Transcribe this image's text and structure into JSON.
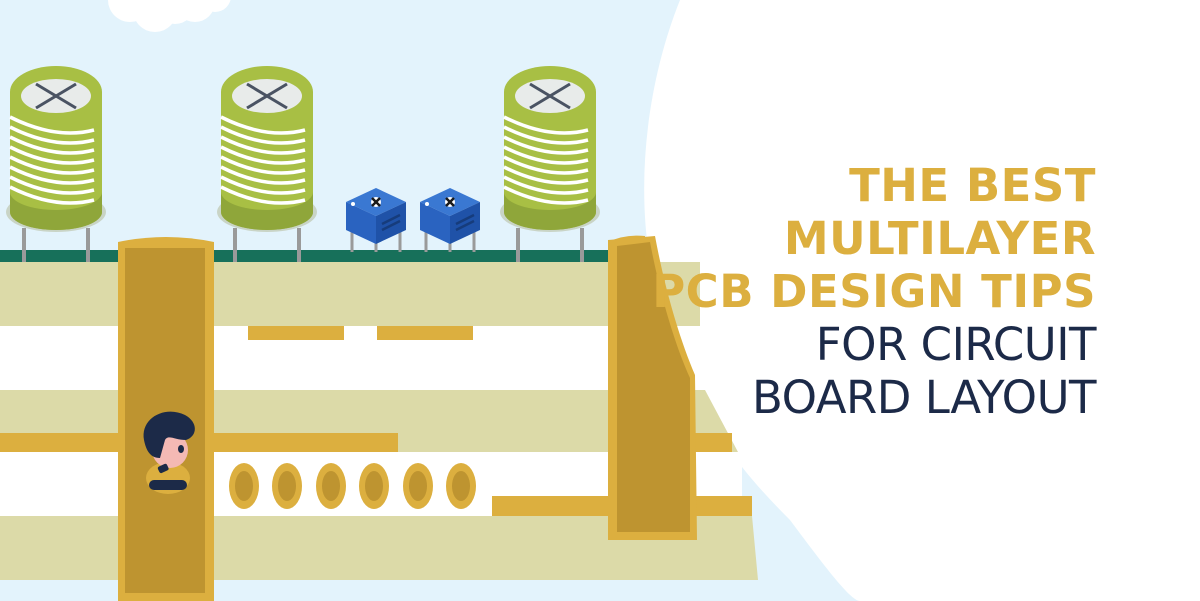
{
  "headline": {
    "line1": "THE BEST",
    "line2": "MULTILAYER",
    "line3": "PCB DESIGN TIPS",
    "line4": "FOR CIRCUIT",
    "line5": "BOARD LAYOUT"
  },
  "colors": {
    "sky": "#e3f3fc",
    "background": "#ffffff",
    "accent_gold": "#dcaf3f",
    "gold_dark": "#be9430",
    "board_layer": "#dcdaa8",
    "board_top_green": "#17705a",
    "capacitor_green": "#a8bf44",
    "capacitor_green_dark": "#8fa63a",
    "trimmer_blue": "#2a63c0",
    "text_navy": "#1c2a48"
  },
  "illustration": {
    "capacitors": 3,
    "trimmer_potentiometers": 2,
    "vias": 2,
    "pads": 6,
    "character": 1
  }
}
